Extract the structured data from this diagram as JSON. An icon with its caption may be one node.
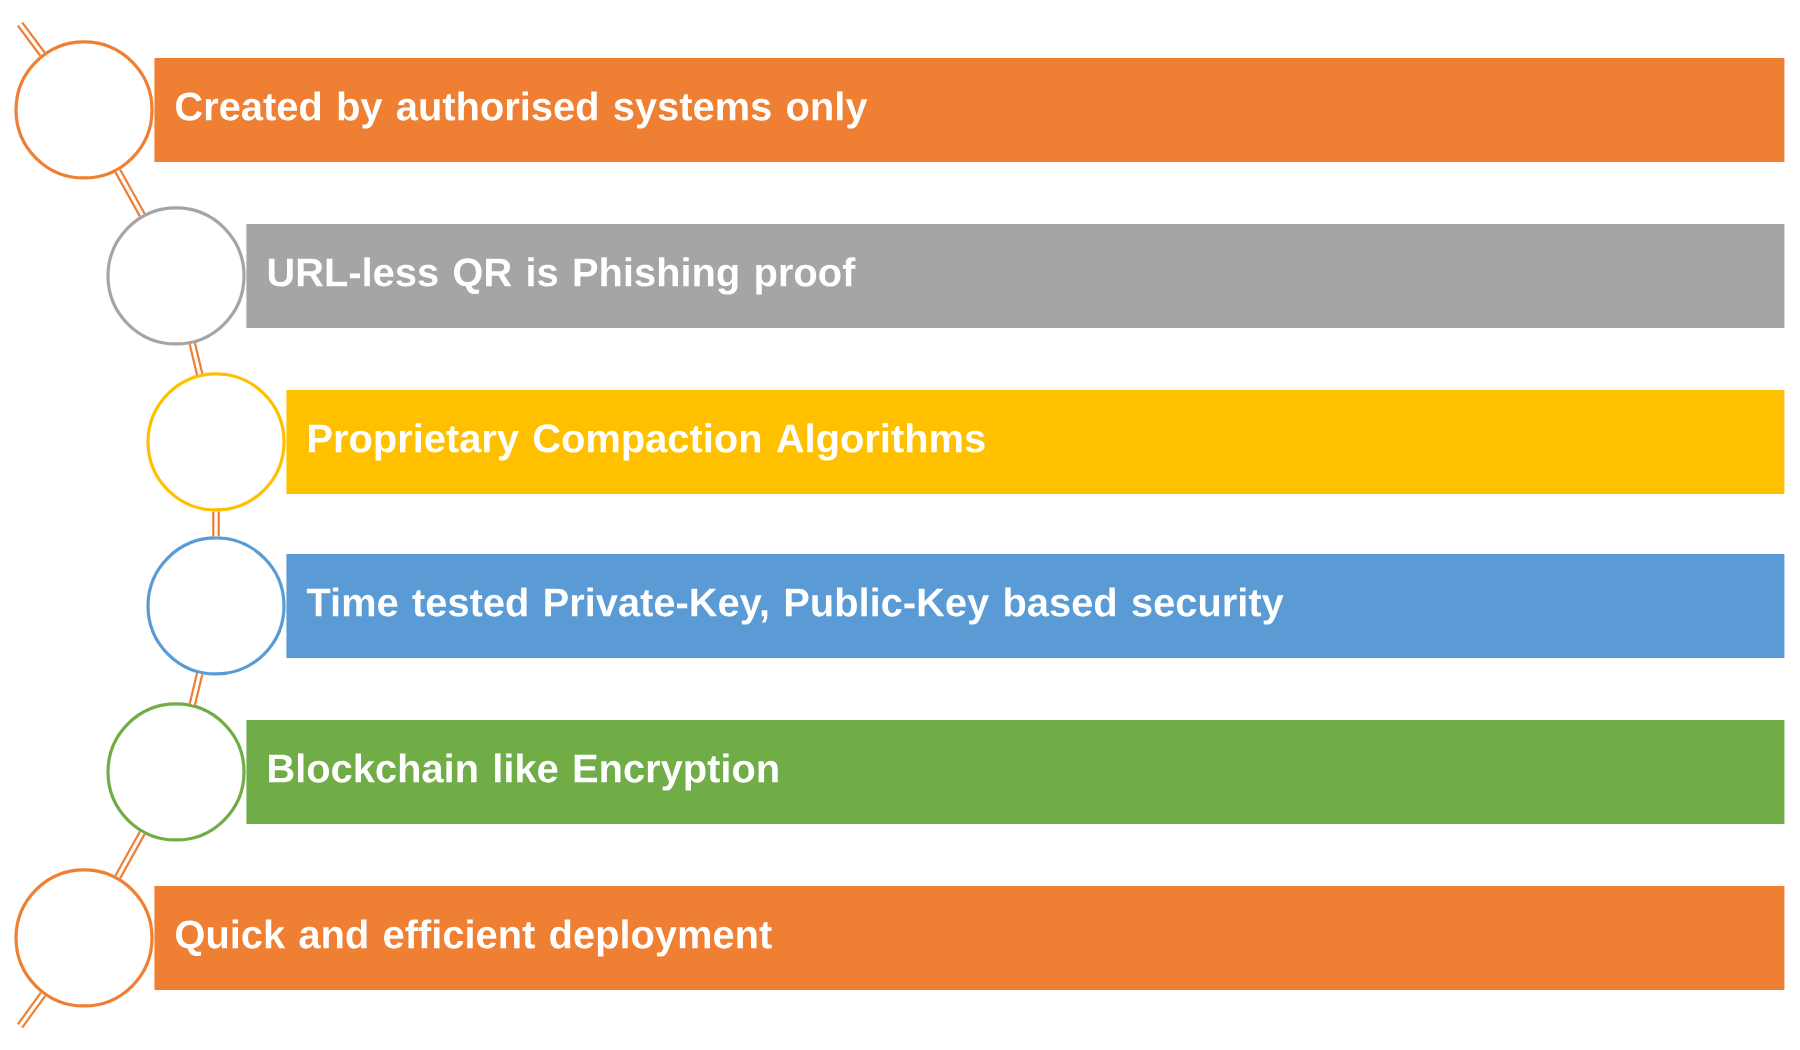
{
  "diagram": {
    "nodes": [
      {
        "text": [],
        "shape": "circle"
      },
      {
        "text": [
          "Created by authorised systems only"
        ]
      },
      {
        "text": [],
        "shape": "circle"
      },
      {
        "text": [
          "URL-less QR is Phishing proof"
        ]
      },
      {
        "text": [],
        "shape": "circle"
      },
      {
        "text": [
          "Proprietary Compaction Algorithms"
        ]
      },
      {
        "text": [],
        "shape": "circle"
      },
      {
        "text": [
          "Time tested Private-Key, Public-Key based security"
        ]
      },
      {
        "text": [],
        "shape": "circle"
      },
      {
        "text": [
          "Blockchain like Encryption"
        ]
      },
      {
        "text": [],
        "shape": "circle"
      },
      {
        "text": [
          "Quick and efficient deployment"
        ]
      }
    ],
    "edges": [
      {
        "from": null,
        "to": 0,
        "arrow": "none"
      },
      {
        "from": 0,
        "to": 2,
        "arrow": "none"
      },
      {
        "from": 2,
        "to": 4,
        "arrow": "none"
      },
      {
        "from": 4,
        "to": 6,
        "arrow": "none"
      },
      {
        "from": 6,
        "to": 8,
        "arrow": "none"
      },
      {
        "from": 8,
        "to": 10,
        "arrow": "none"
      },
      {
        "from": 10,
        "to": null,
        "arrow": "none"
      }
    ]
  }
}
